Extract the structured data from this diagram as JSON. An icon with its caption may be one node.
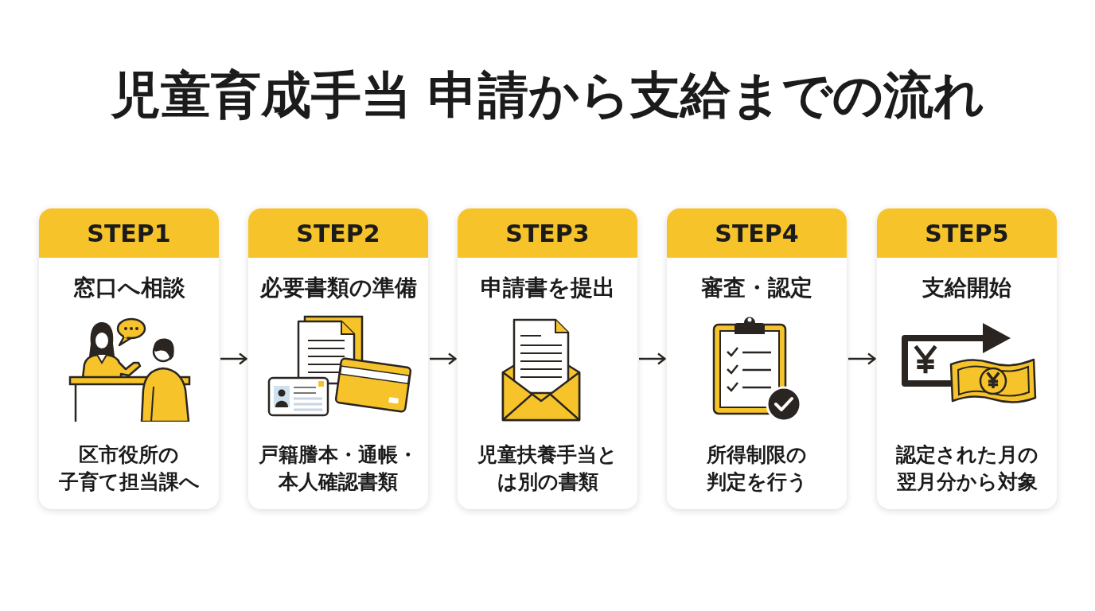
{
  "diagram": {
    "title": "児童育成手当 申請から支給までの流れ",
    "nodes": [
      {
        "text": [
          "STEP1",
          "窓口へ相談",
          "区市役所の子育て担当課へ"
        ]
      },
      {
        "text": [
          "STEP2",
          "必要書類の準備",
          "戸籍謄本・通帳・本人確認書類"
        ]
      },
      {
        "text": [
          "STEP3",
          "申請書を提出",
          "児童扶養手当とは別の書類"
        ]
      },
      {
        "text": [
          "STEP4",
          "審査・認定",
          "所得制限の判定を行う"
        ]
      },
      {
        "text": [
          "STEP5",
          "支給開始",
          "認定された月の翌月分から対象"
        ]
      }
    ],
    "edges": [
      {
        "from": 0,
        "to": 1,
        "arrow": "to"
      },
      {
        "from": 1,
        "to": 2,
        "arrow": "to"
      },
      {
        "from": 2,
        "to": 3,
        "arrow": "to"
      },
      {
        "from": 3,
        "to": 4,
        "arrow": "to"
      }
    ]
  }
}
